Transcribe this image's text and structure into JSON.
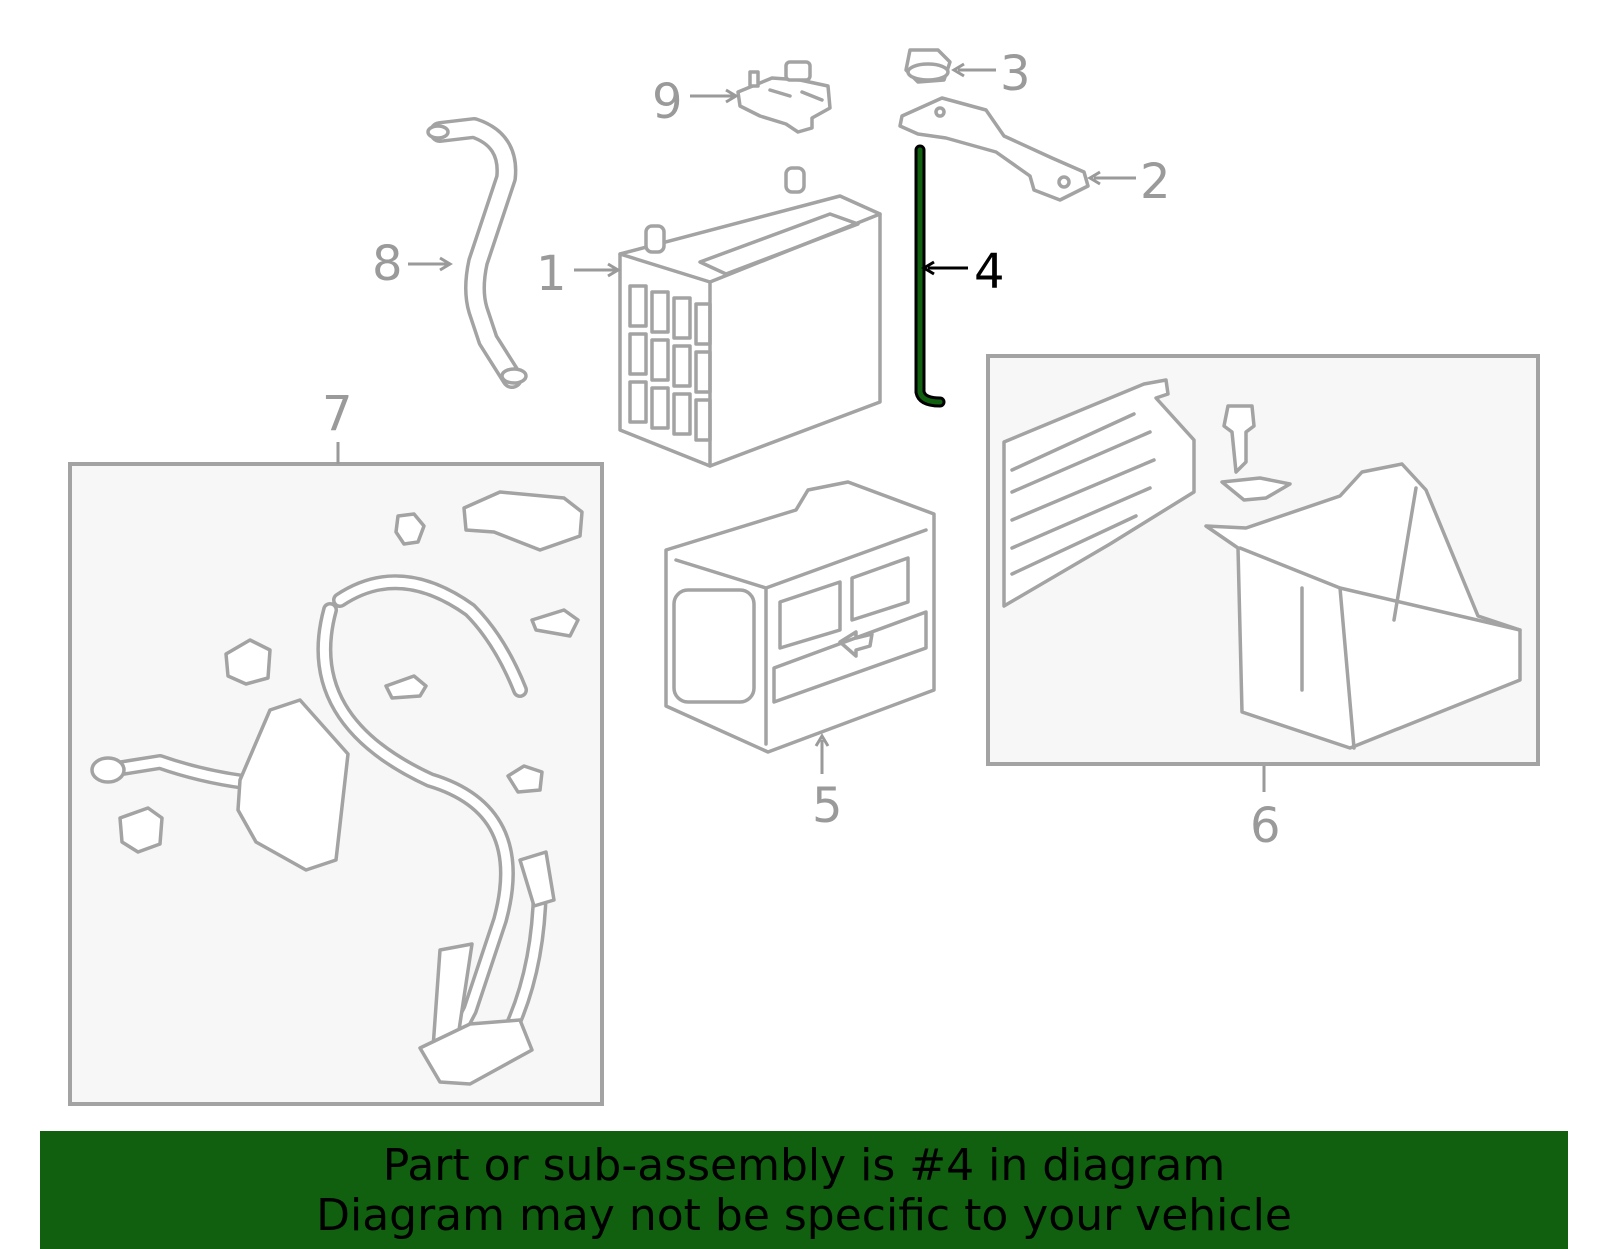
{
  "callouts": {
    "c1": "1",
    "c2": "2",
    "c3": "3",
    "c4": "4",
    "c5": "5",
    "c6": "6",
    "c7": "7",
    "c8": "8",
    "c9": "9"
  },
  "highlight": {
    "part": "4",
    "color": "#106010"
  },
  "banner": {
    "line1": "Part or sub-assembly is #4 in diagram",
    "line2": "Diagram may not be specific to your vehicle",
    "background": "#106010"
  }
}
